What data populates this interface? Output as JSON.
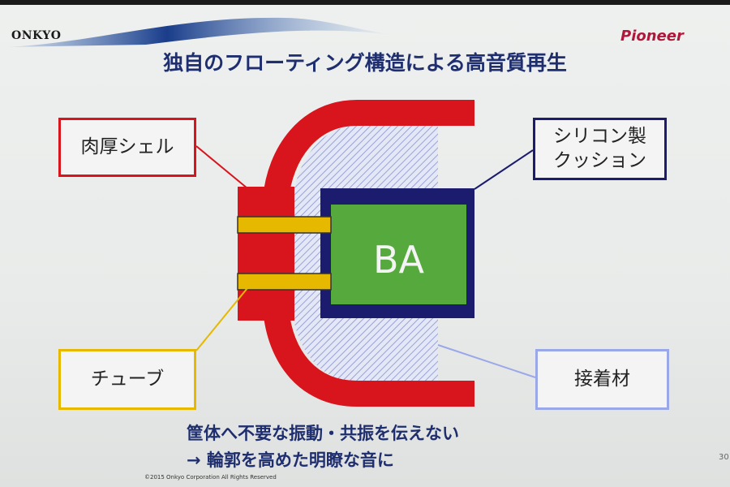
{
  "logos": {
    "left": "ONKYO",
    "right": "Pioneer"
  },
  "title": "独自のフローティング構造による高音質再生",
  "diagram": {
    "core_label": "BA",
    "labels": {
      "shell": "肉厚シェル",
      "cushion_line1": "シリコン製",
      "cushion_line2": "クッション",
      "tube": "チューブ",
      "adhesive": "接着材"
    },
    "colors": {
      "shell": "#d8141c",
      "cushion": "#1b1c6e",
      "ba": "#56a93c",
      "tube": "#e6b800",
      "adhesive": "#9aa8e8"
    }
  },
  "summary": {
    "line1": "筐体へ不要な振動・共振を伝えない",
    "line2": "→ 輪郭を高めた明瞭な音に"
  },
  "footer": {
    "copyright": "©2015 Onkyo Corporation All Rights Reserved",
    "page": "30"
  }
}
